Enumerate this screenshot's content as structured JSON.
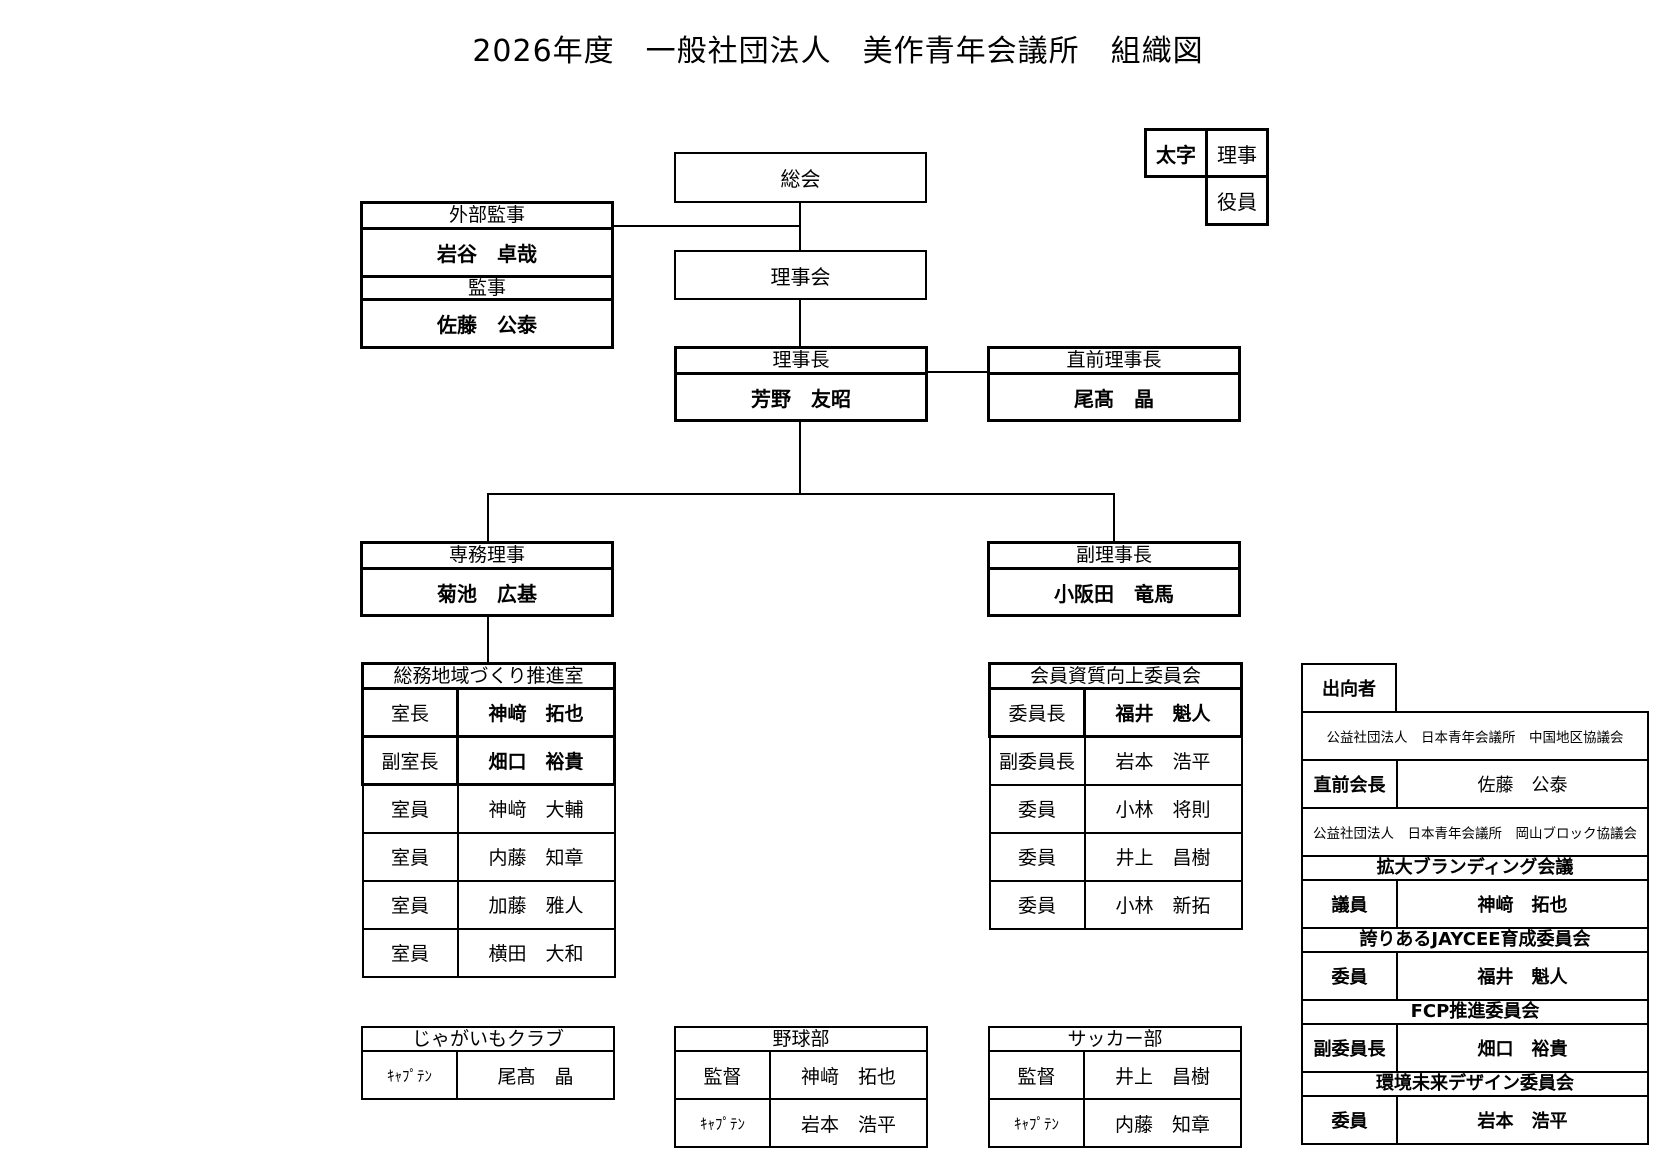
{
  "title": "2026年度　一般社団法人　美作青年会議所　組織図",
  "legend": {
    "bold": "太字",
    "director": "理事",
    "officer": "役員"
  },
  "general_assembly": "総会",
  "board": "理事会",
  "auditors": {
    "external_label": "外部監事",
    "external_name": "岩谷　卓哉",
    "auditor_label": "監事",
    "auditor_name": "佐藤　公泰"
  },
  "president": {
    "label": "理事長",
    "name": "芳野　友昭"
  },
  "past_president": {
    "label": "直前理事長",
    "name": "尾髙　晶"
  },
  "executive_director": {
    "label": "専務理事",
    "name": "菊池　広基"
  },
  "vice_president": {
    "label": "副理事長",
    "name": "小阪田　竜馬"
  },
  "general_affairs": {
    "title": "総務地域づくり推進室",
    "rows": [
      {
        "role": "室長",
        "name": "神﨑　拓也"
      },
      {
        "role": "副室長",
        "name": "畑口　裕貴"
      },
      {
        "role": "室員",
        "name": "神﨑　大輔"
      },
      {
        "role": "室員",
        "name": "内藤　知章"
      },
      {
        "role": "室員",
        "name": "加藤　雅人"
      },
      {
        "role": "室員",
        "name": "横田　大和"
      }
    ]
  },
  "membership_committee": {
    "title": "会員資質向上委員会",
    "rows": [
      {
        "role": "委員長",
        "name": "福井　魁人"
      },
      {
        "role": "副委員長",
        "name": "岩本　浩平"
      },
      {
        "role": "委員",
        "name": "小林　将則"
      },
      {
        "role": "委員",
        "name": "井上　昌樹"
      },
      {
        "role": "委員",
        "name": "小林　新拓"
      }
    ]
  },
  "clubs": {
    "potato": {
      "title": "じゃがいもクラブ",
      "rows": [
        {
          "role": "ｷｬﾌﾟﾃﾝ",
          "name": "尾髙　晶"
        }
      ]
    },
    "baseball": {
      "title": "野球部",
      "rows": [
        {
          "role": "監督",
          "name": "神﨑　拓也"
        },
        {
          "role": "ｷｬﾌﾟﾃﾝ",
          "name": "岩本　浩平"
        }
      ]
    },
    "soccer": {
      "title": "サッカー部",
      "rows": [
        {
          "role": "監督",
          "name": "井上　昌樹"
        },
        {
          "role": "ｷｬﾌﾟﾃﾝ",
          "name": "内藤　知章"
        }
      ]
    }
  },
  "secondees": {
    "header": "出向者",
    "org1": "公益社団法人　日本青年会議所　中国地区協議会",
    "org1_role": "直前会長",
    "org1_name": "佐藤　公泰",
    "org2": "公益社団法人　日本青年会議所　岡山ブロック協議会",
    "groups": [
      {
        "title": "拡大ブランディング会議",
        "role": "議員",
        "name": "神﨑　拓也"
      },
      {
        "title": "誇りあるJAYCEE育成委員会",
        "role": "委員",
        "name": "福井　魁人"
      },
      {
        "title": "FCP推進委員会",
        "role": "副委員長",
        "name": "畑口　裕貴"
      },
      {
        "title": "環境未来デザイン委員会",
        "role": "委員",
        "name": "岩本　浩平"
      }
    ]
  }
}
